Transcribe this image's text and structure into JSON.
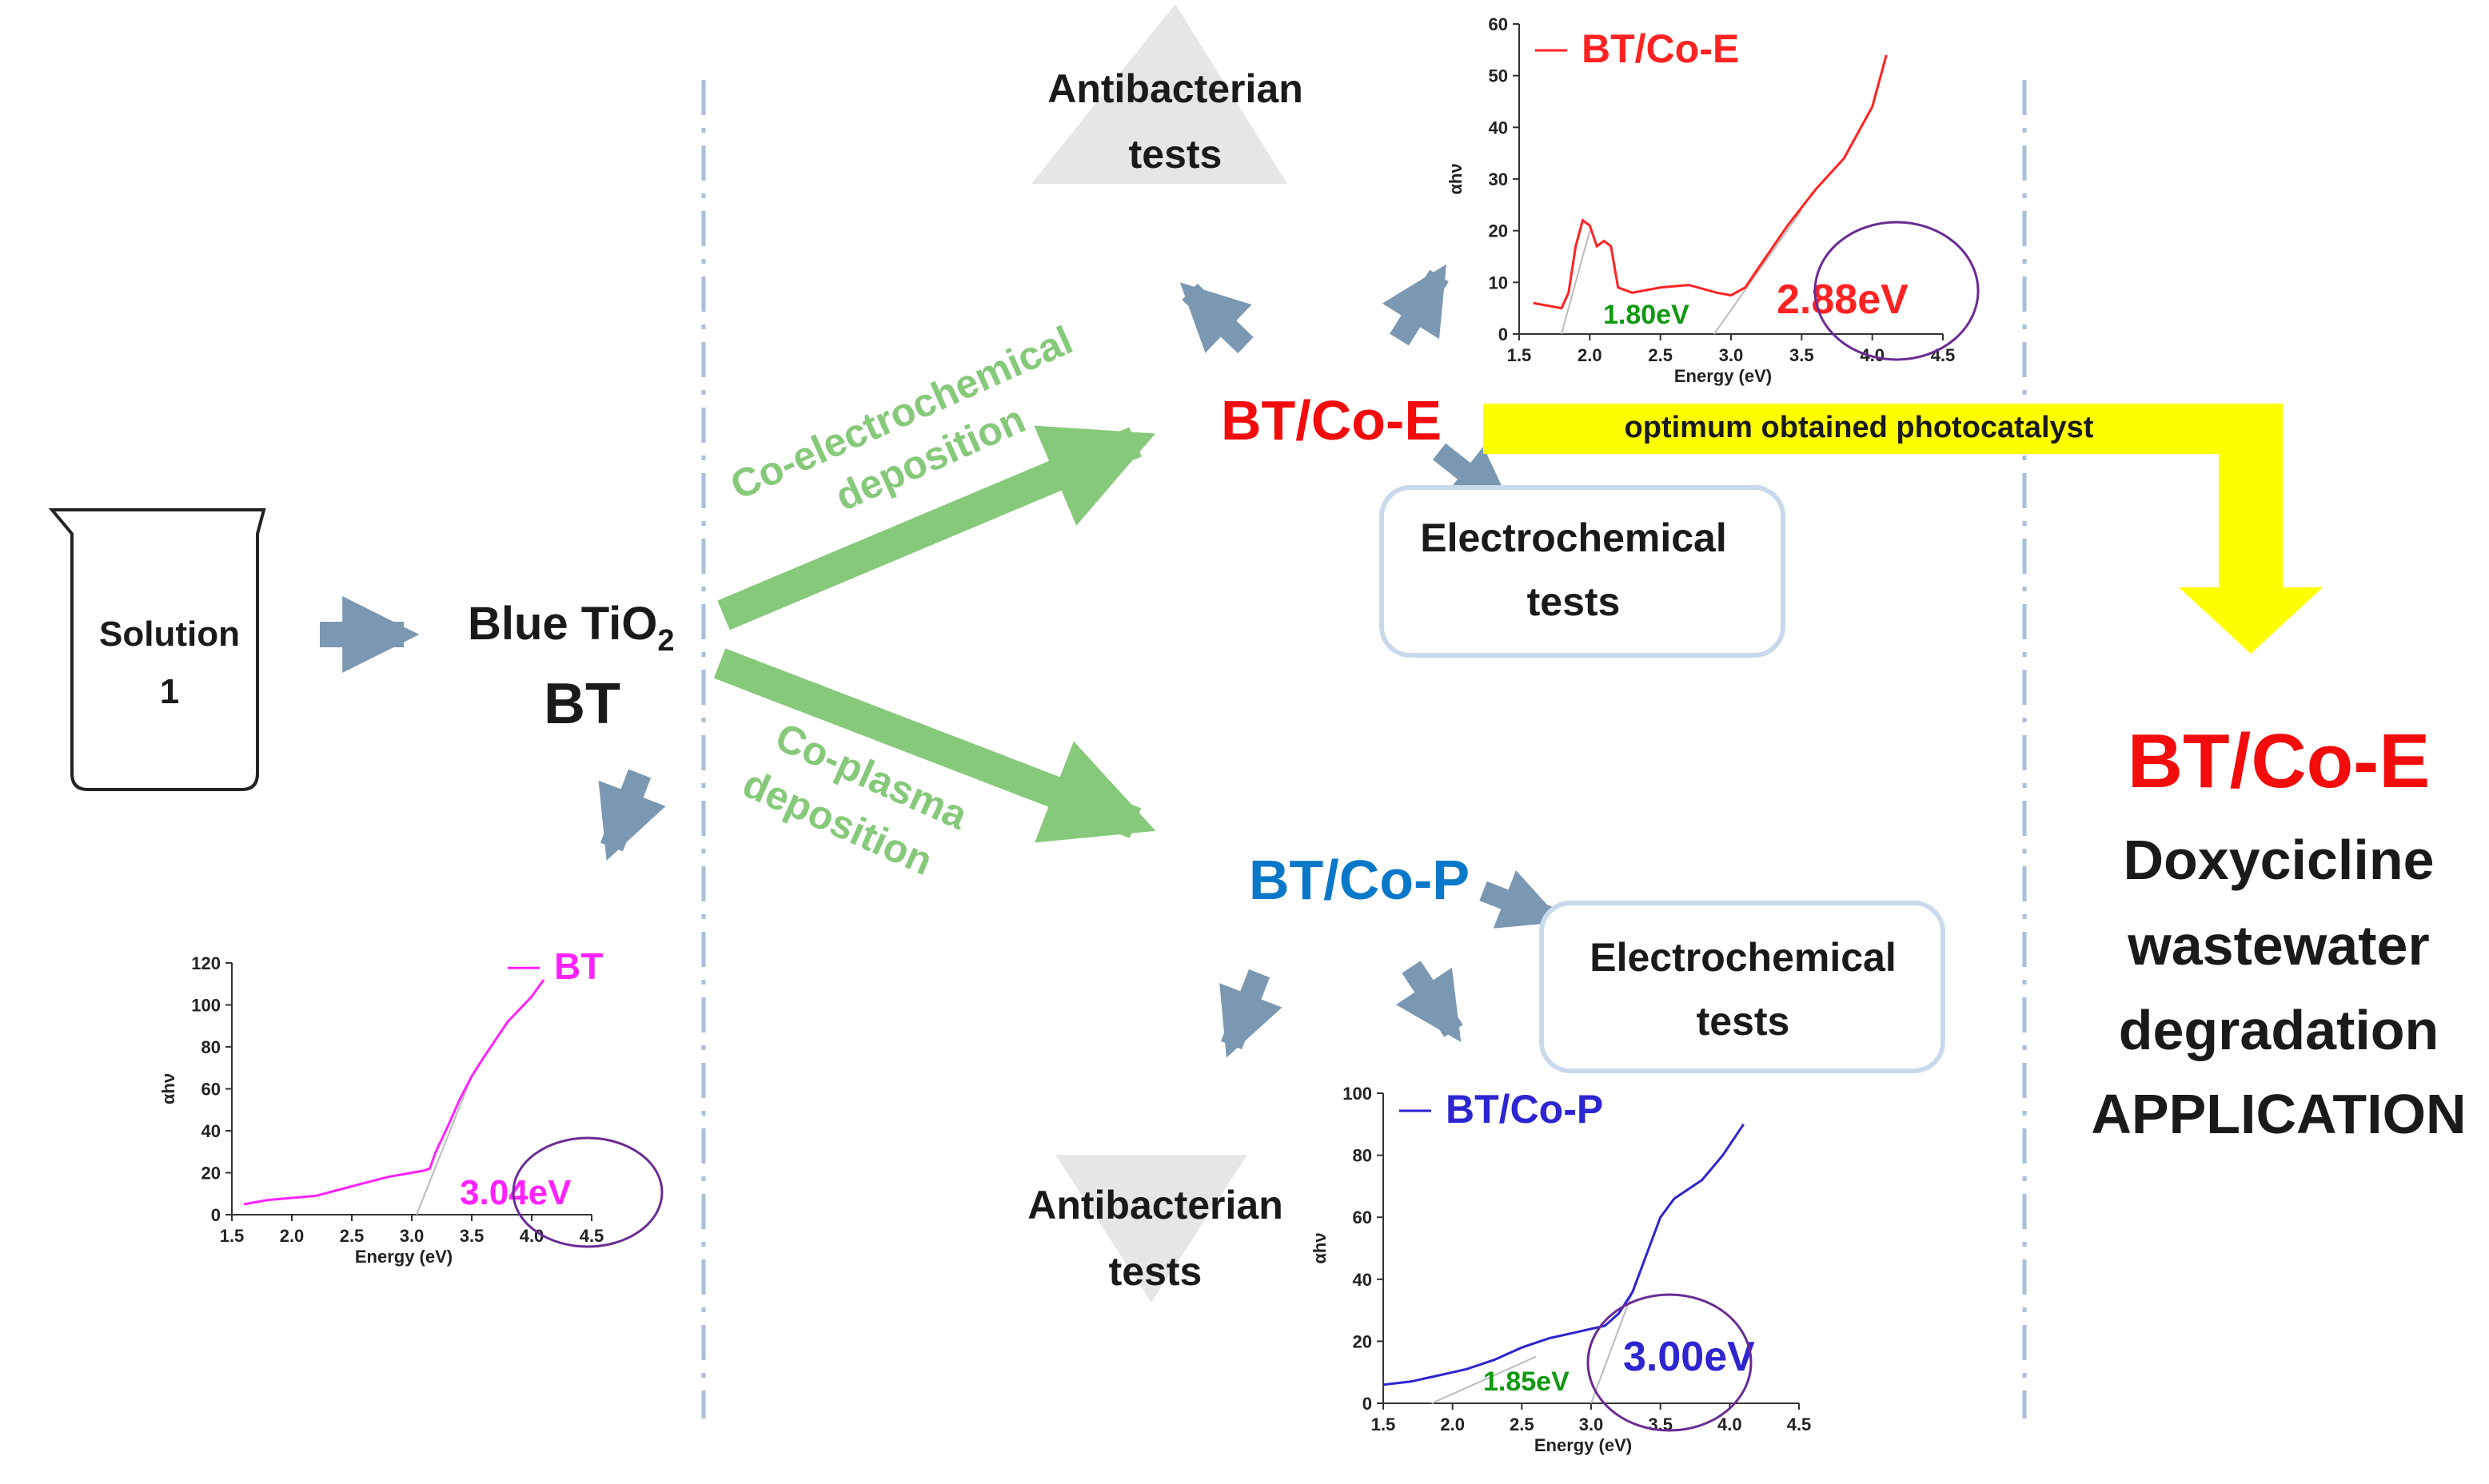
{
  "colors": {
    "red": "#f20c0c",
    "blue": "#0a78c8",
    "green": "#86c97a",
    "arrow": "#7b98b2",
    "yellow": "#ffff00",
    "dashline": "#a8bfdc",
    "magenta": "#ff22ff",
    "plot_red": "#ff2222",
    "plot_blue": "#2d25d0",
    "fit_green": "#119911",
    "circle": "#6a2c93",
    "triangle": "#e6e6e6",
    "box_border": "#c9d9ec"
  },
  "beaker": {
    "line1": "Solution",
    "line2": "1"
  },
  "blue_tio2": {
    "label": "Blue TiO",
    "subscript": "2",
    "short": "BT"
  },
  "co_electrochemical": {
    "line1": "Co-electrochemical",
    "line2": "deposition"
  },
  "co_plasma": {
    "line1": "Co-plasma",
    "line2": "deposition"
  },
  "bt_co_e": "BT/Co-E",
  "bt_co_p": "BT/Co-P",
  "antibacterian_top": {
    "line1": "Antibacterian",
    "line2": "tests"
  },
  "antibacterian_bottom": {
    "line1": "Antibacterian",
    "line2": "tests"
  },
  "electrochemical_top": {
    "line1": "Electrochemical",
    "line2": "tests"
  },
  "electrochemical_bottom": {
    "line1": "Electrochemical",
    "line2": "tests"
  },
  "optimum_banner": "optimum obtained photocatalyst",
  "application": {
    "title": "BT/Co-E",
    "line1": "Doxycicline",
    "line2": "wastewater",
    "line3": "degradation",
    "line4": "APPLICATION"
  },
  "chart_data": [
    {
      "type": "line",
      "name": "plot-bt",
      "legend": "BT",
      "ylabel": "αhν",
      "xlabel": "Energy (eV)",
      "xlim": [
        1.5,
        4.5
      ],
      "ylim": [
        0,
        120
      ],
      "xticks": [
        "1.5",
        "2.0",
        "2.5",
        "3.0",
        "3.5",
        "4.0",
        "4.5"
      ],
      "yticks": [
        "0",
        "20",
        "40",
        "60",
        "80",
        "100",
        "120"
      ],
      "color": "#ff22ff",
      "x": [
        1.6,
        1.8,
        2.0,
        2.2,
        2.4,
        2.6,
        2.8,
        3.0,
        3.1,
        3.15,
        3.2,
        3.3,
        3.4,
        3.5,
        3.6,
        3.8,
        4.0,
        4.1
      ],
      "y": [
        5,
        7,
        8,
        9,
        12,
        15,
        18,
        20,
        21,
        22,
        30,
        42,
        55,
        66,
        75,
        92,
        104,
        112
      ],
      "fits": [
        {
          "x": [
            3.04,
            3.5
          ],
          "y": [
            0,
            66
          ]
        }
      ],
      "annotations": [
        {
          "text": "3.04eV",
          "color": "#ff22ff"
        }
      ]
    },
    {
      "type": "line",
      "name": "plot-bt-co-e",
      "legend": "BT/Co-E",
      "ylabel": "αhν",
      "xlabel": "Energy (eV)",
      "xlim": [
        1.5,
        4.5
      ],
      "ylim": [
        0,
        60
      ],
      "xticks": [
        "1.5",
        "2.0",
        "2.5",
        "3.0",
        "3.5",
        "4.0",
        "4.5"
      ],
      "yticks": [
        "0",
        "10",
        "20",
        "30",
        "40",
        "50",
        "60"
      ],
      "color": "#ff2222",
      "x": [
        1.6,
        1.8,
        1.85,
        1.9,
        1.95,
        2.0,
        2.05,
        2.1,
        2.15,
        2.2,
        2.3,
        2.5,
        2.7,
        2.9,
        3.0,
        3.1,
        3.2,
        3.4,
        3.6,
        3.8,
        4.0,
        4.1
      ],
      "y": [
        6,
        5,
        8,
        17,
        22,
        21,
        17,
        18,
        17,
        9,
        8,
        9,
        9.5,
        8,
        7.5,
        9,
        13,
        21,
        28,
        34,
        44,
        54
      ],
      "fits": [
        {
          "x": [
            1.8,
            2.0
          ],
          "y": [
            0,
            20
          ]
        },
        {
          "x": [
            2.88,
            3.5
          ],
          "y": [
            0,
            24
          ]
        }
      ],
      "annotations": [
        {
          "text": "1.80eV",
          "color": "#119911"
        },
        {
          "text": "2.88eV",
          "color": "#ff2222"
        }
      ]
    },
    {
      "type": "line",
      "name": "plot-bt-co-p",
      "legend": "BT/Co-P",
      "ylabel": "αhν",
      "xlabel": "Energy (eV)",
      "xlim": [
        1.5,
        4.5
      ],
      "ylim": [
        0,
        100
      ],
      "xticks": [
        "1.5",
        "2.0",
        "2.5",
        "3.0",
        "3.5",
        "4.0",
        "4.5"
      ],
      "yticks": [
        "0",
        "20",
        "40",
        "60",
        "80",
        "100"
      ],
      "color": "#2d25d0",
      "x": [
        1.5,
        1.7,
        1.9,
        2.1,
        2.3,
        2.5,
        2.7,
        2.9,
        3.0,
        3.1,
        3.2,
        3.3,
        3.4,
        3.5,
        3.6,
        3.8,
        3.95,
        4.1
      ],
      "y": [
        6,
        7,
        9,
        11,
        14,
        18,
        21,
        23,
        24,
        25,
        29,
        36,
        48,
        60,
        66,
        72,
        80,
        90
      ],
      "fits": [
        {
          "x": [
            1.85,
            2.6
          ],
          "y": [
            0,
            15
          ]
        },
        {
          "x": [
            3.0,
            3.5
          ],
          "y": [
            0,
            60
          ]
        }
      ],
      "annotations": [
        {
          "text": "1.85eV",
          "color": "#119911"
        },
        {
          "text": "3.00eV",
          "color": "#2d25d0"
        }
      ]
    }
  ]
}
